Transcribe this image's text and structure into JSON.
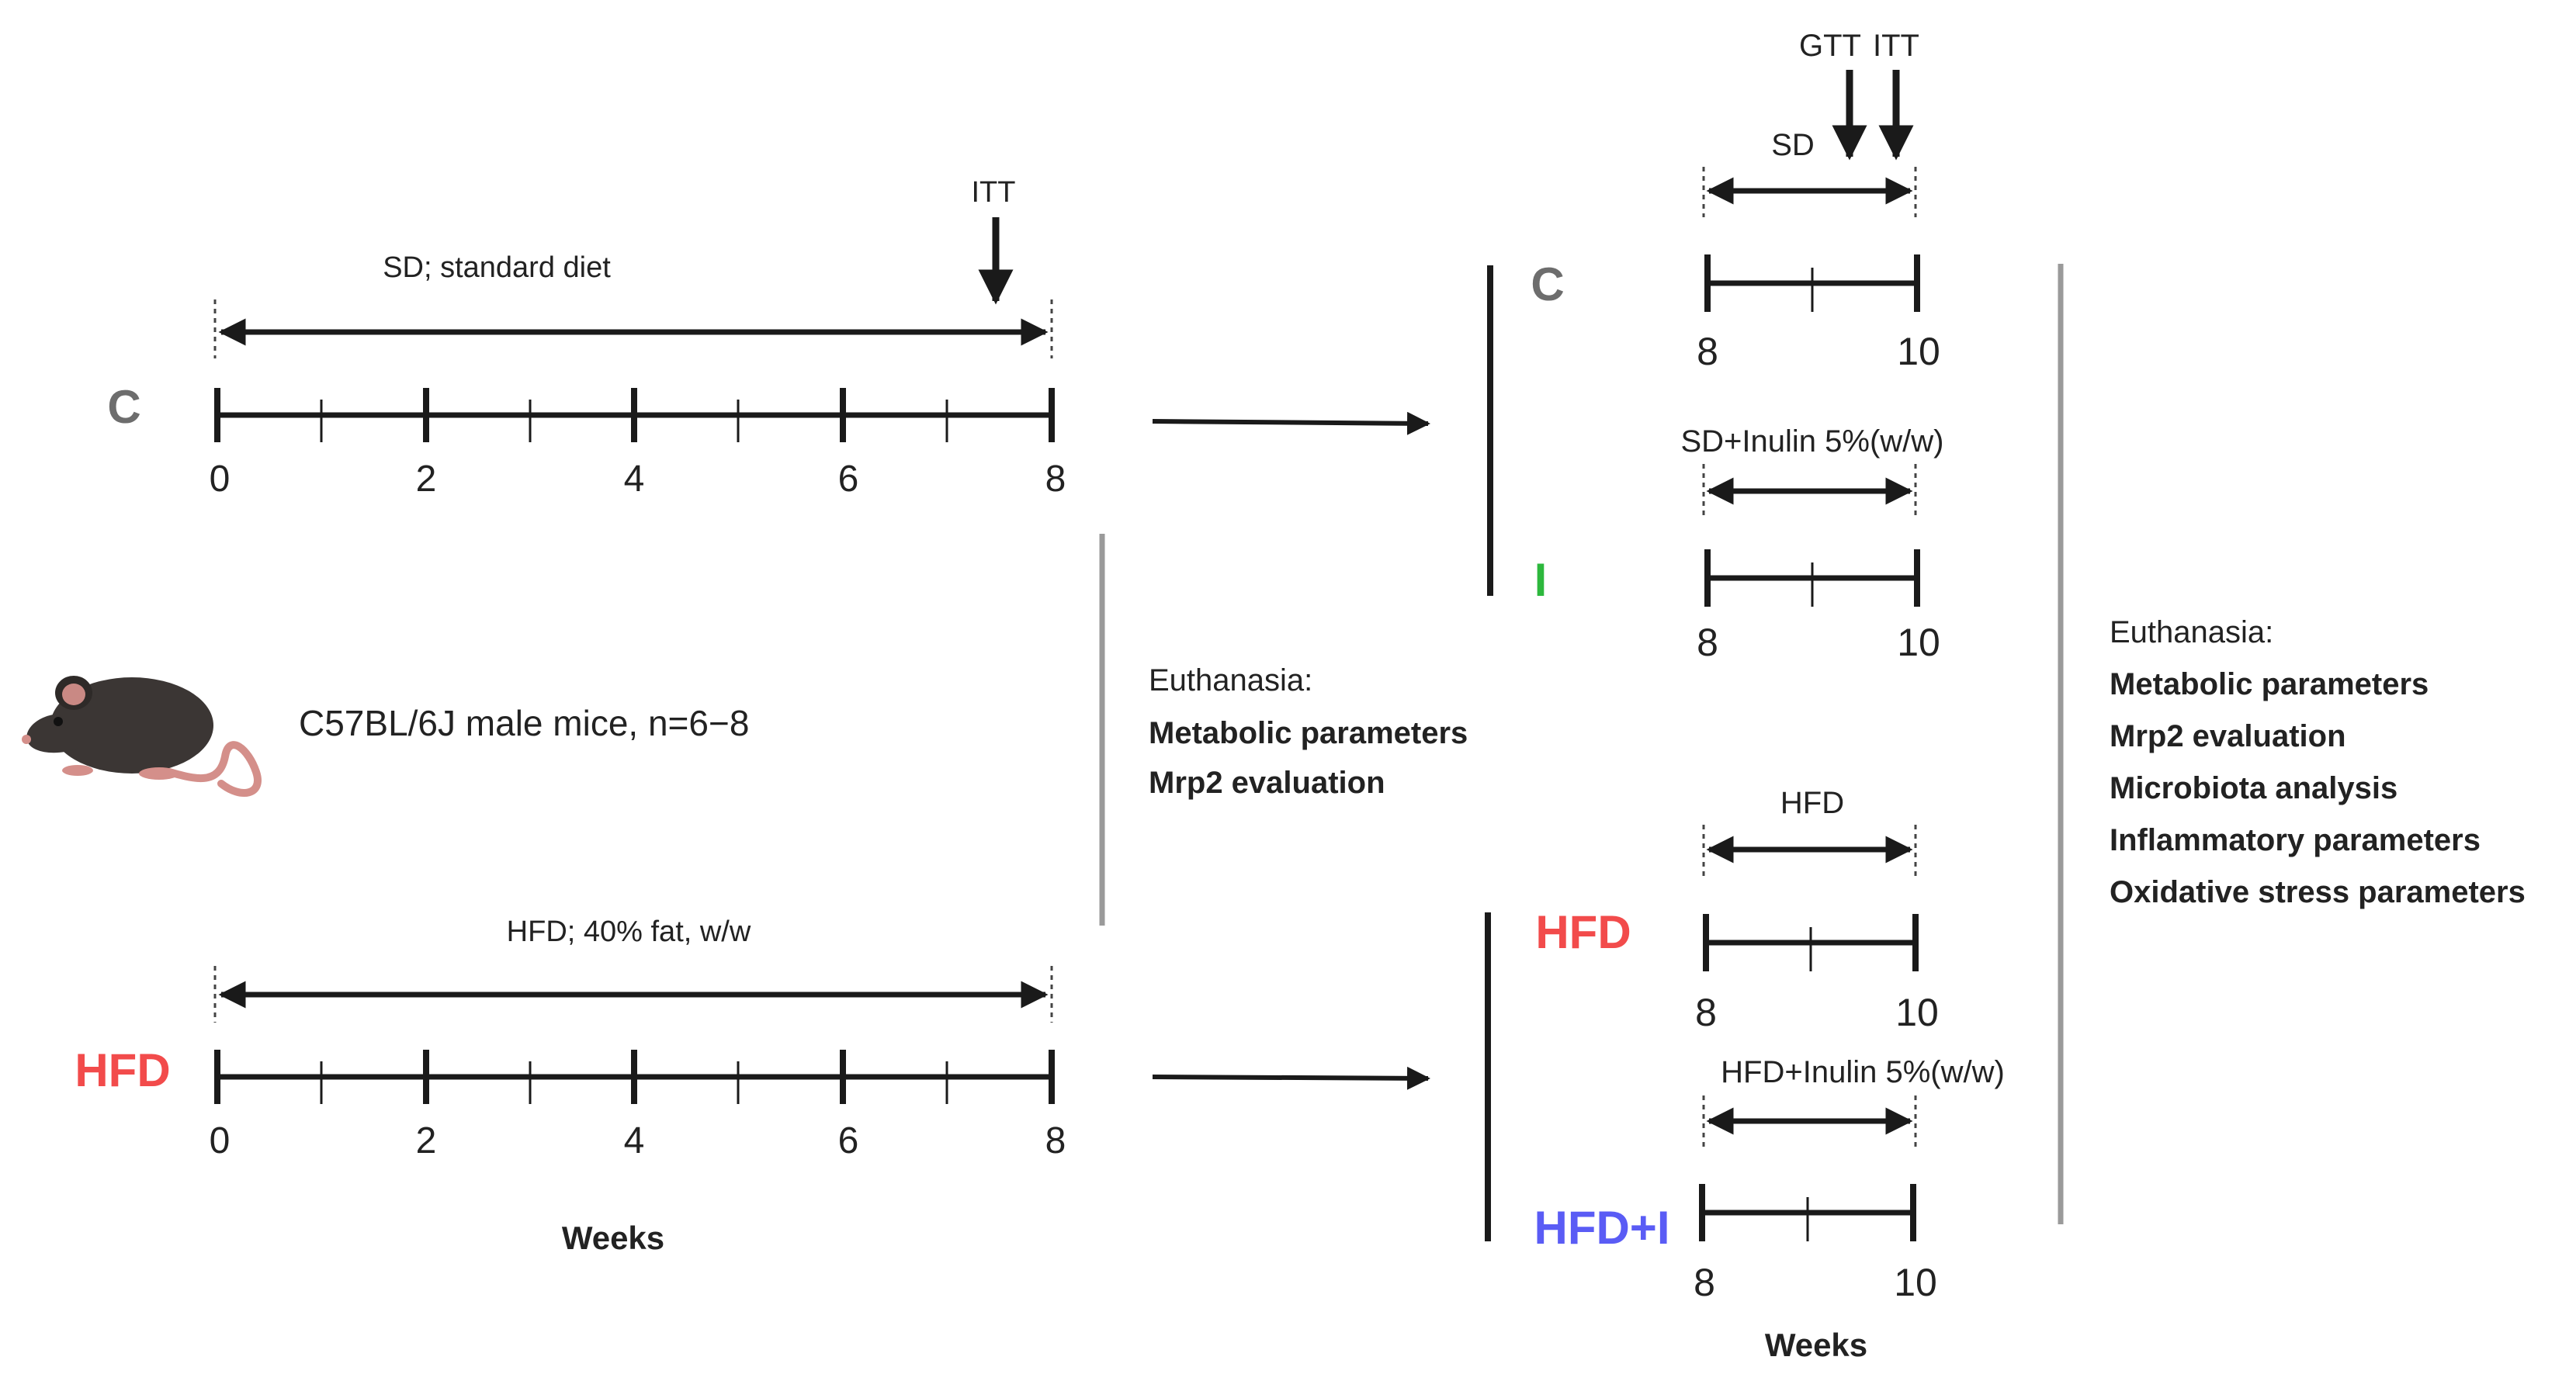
{
  "colors": {
    "control": "#6d6d6d",
    "inulin": "#2db83d",
    "hfd": "#f24b4b",
    "hfd_inulin": "#5a5cf5",
    "line": "#1a1a1a",
    "divider": "#9a9a9a"
  },
  "phase1": {
    "sd_label": "SD; standard diet",
    "hfd_label": "HFD; 40% fat, w/w",
    "itt": "ITT",
    "group_c": "C",
    "group_hfd": "HFD",
    "ticks": [
      "0",
      "2",
      "4",
      "6",
      "8"
    ],
    "axis_label": "Weeks",
    "mouse_text": "C57BL/6J male mice, n=6−8"
  },
  "euthanasia1": {
    "title": "Euthanasia:",
    "items": [
      "Metabolic parameters",
      "Mrp2 evaluation"
    ]
  },
  "phase2": {
    "gtt": "GTT",
    "itt": "ITT",
    "groups": [
      {
        "name": "C",
        "diet": "SD",
        "start": "8",
        "end": "10"
      },
      {
        "name": "I",
        "diet": "SD+Inulin 5%(w/w)",
        "start": "8",
        "end": "10"
      },
      {
        "name": "HFD",
        "diet": "HFD",
        "start": "8",
        "end": "10"
      },
      {
        "name": "HFD+I",
        "diet": "HFD+Inulin 5%(w/w)",
        "start": "8",
        "end": "10"
      }
    ],
    "axis_label": "Weeks"
  },
  "euthanasia2": {
    "title": "Euthanasia:",
    "items": [
      "Metabolic parameters",
      "Mrp2 evaluation",
      "Microbiota analysis",
      "Inflammatory parameters",
      "Oxidative stress parameters"
    ]
  },
  "icons": {
    "mouse": "mouse-illustration",
    "arrows": "right-arrow"
  }
}
